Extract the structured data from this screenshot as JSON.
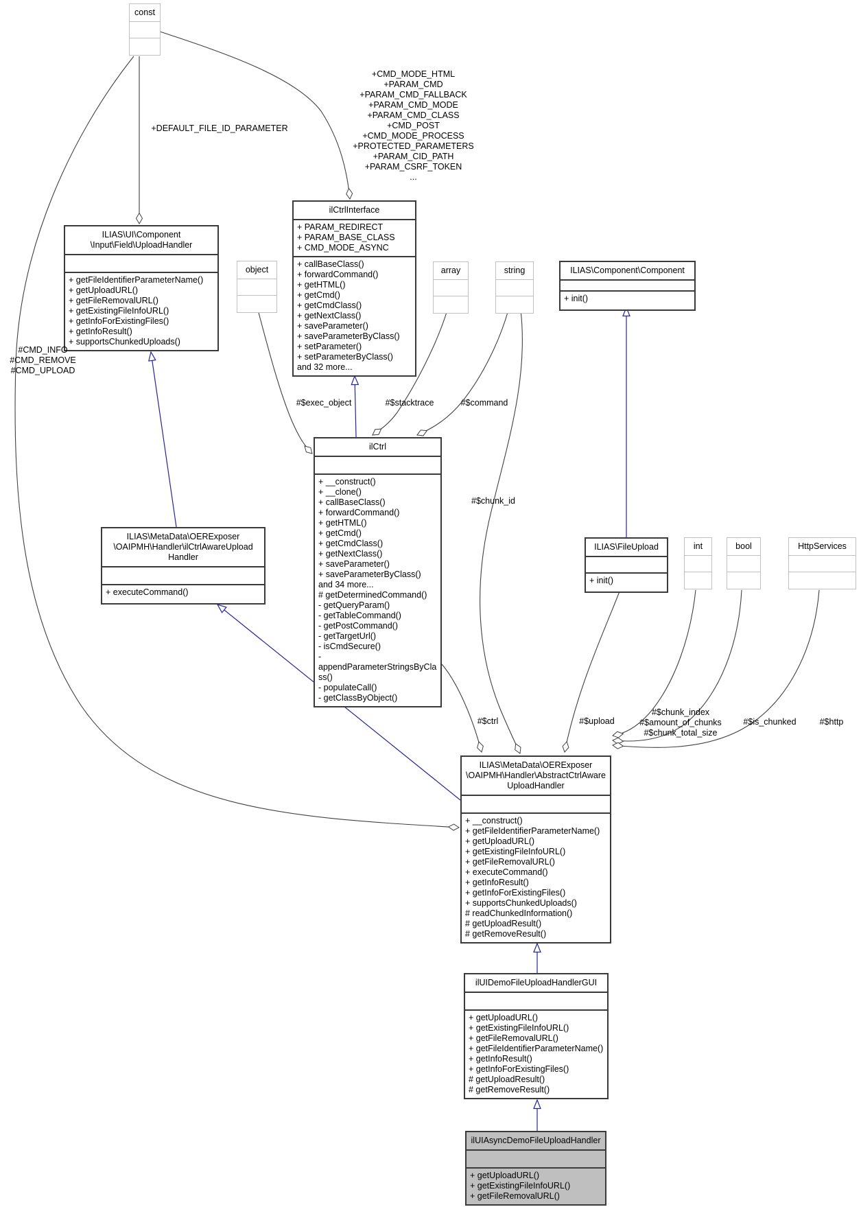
{
  "diagram": {
    "type": "uml-collaboration-diagram",
    "colors": {
      "background": "#ffffff",
      "edge": "#404040",
      "inheritance_edge": "#24249c",
      "node_border_dark": "#3a3a3a",
      "node_border_light": "#c0c0c0",
      "node_fill": "#ffffff",
      "highlight_node_fill": "#bfbfbf",
      "text": "#000000"
    }
  },
  "nodes": {
    "const": {
      "title": [
        "const"
      ],
      "attrs": [],
      "methods": []
    },
    "object": {
      "title": [
        "object"
      ],
      "attrs": [],
      "methods": []
    },
    "array": {
      "title": [
        "array"
      ],
      "attrs": [],
      "methods": []
    },
    "string": {
      "title": [
        "string"
      ],
      "attrs": [],
      "methods": []
    },
    "int": {
      "title": [
        "int"
      ],
      "attrs": [],
      "methods": []
    },
    "bool": {
      "title": [
        "bool"
      ],
      "attrs": [],
      "methods": []
    },
    "httpservices": {
      "title": [
        "HttpServices"
      ],
      "attrs": [],
      "methods": []
    },
    "component": {
      "title": [
        "ILIAS\\Component\\Component"
      ],
      "attrs": [],
      "methods": [
        "+ init()"
      ]
    },
    "fileupload": {
      "title": [
        "ILIAS\\FileUpload"
      ],
      "attrs": [],
      "methods": [
        "+ init()"
      ]
    },
    "ilctrlinterface": {
      "title": [
        "ilCtrlInterface"
      ],
      "attrs": [
        "+ PARAM_REDIRECT",
        "+ PARAM_BASE_CLASS",
        "+ CMD_MODE_ASYNC"
      ],
      "methods": [
        "+ callBaseClass()",
        "+ forwardCommand()",
        "+ getHTML()",
        "+ getCmd()",
        "+ getCmdClass()",
        "+ getNextClass()",
        "+ saveParameter()",
        "+ saveParameterByClass()",
        "+ setParameter()",
        "+ setParameterByClass()",
        "and 32 more..."
      ]
    },
    "uploadhandler": {
      "title": [
        "ILIAS\\UI\\Component",
        "\\Input\\Field\\UploadHandler"
      ],
      "attrs": [],
      "methods": [
        "+ getFileIdentifierParameterName()",
        "+ getUploadURL()",
        "+ getFileRemovalURL()",
        "+ getExistingFileInfoURL()",
        "+ getInfoForExistingFiles()",
        "+ getInfoResult()",
        "+ supportsChunkedUploads()"
      ]
    },
    "ilctrl": {
      "title": [
        "ilCtrl"
      ],
      "attrs": [],
      "methods": [
        "+ __construct()",
        "+ __clone()",
        "+ callBaseClass()",
        "+ forwardCommand()",
        "+ getHTML()",
        "+ getCmd()",
        "+ getCmdClass()",
        "+ getNextClass()",
        "+ saveParameter()",
        "+ saveParameterByClass()",
        "and 34 more...",
        "# getDeterminedCommand()",
        "- getQueryParam()",
        "- getTableCommand()",
        "- getPostCommand()",
        "- getTargetUrl()",
        "- isCmdSecure()",
        "- appendParameterStringsByClass()",
        "- populateCall()",
        "- getClassByObject()"
      ]
    },
    "lefthandler": {
      "title": [
        "ILIAS\\MetaData\\OERExposer",
        "\\OAIPMH\\Handler\\ilCtrlAwareUpload",
        "Handler"
      ],
      "attrs": [],
      "methods": [
        "+ executeCommand()"
      ]
    },
    "abstract": {
      "title": [
        "ILIAS\\MetaData\\OERExposer",
        "\\OAIPMH\\Handler\\AbstractCtrlAware",
        "UploadHandler"
      ],
      "attrs": [],
      "methods": [
        "+ __construct()",
        "+ getFileIdentifierParameterName()",
        "+ getUploadURL()",
        "+ getExistingFileInfoURL()",
        "+ getFileRemovalURL()",
        "+ executeCommand()",
        "+ getInfoResult()",
        "+ getInfoForExistingFiles()",
        "+ supportsChunkedUploads()",
        "# readChunkedInformation()",
        "# getUploadResult()",
        "# getRemoveResult()"
      ]
    },
    "gui": {
      "title": [
        "ilUIDemoFileUploadHandlerGUI"
      ],
      "attrs": [],
      "methods": [
        "+ getUploadURL()",
        "+ getExistingFileInfoURL()",
        "+ getFileRemovalURL()",
        "+ getFileIdentifierParameterName()",
        "+ getInfoResult()",
        "+ getInfoForExistingFiles()",
        "# getUploadResult()",
        "# getRemoveResult()"
      ]
    },
    "async": {
      "title": [
        "ilUIAsyncDemoFileUploadHandler"
      ],
      "attrs": [],
      "methods": [
        "+ getUploadURL()",
        "+ getExistingFileInfoURL()",
        "+ getFileRemovalURL()"
      ]
    }
  },
  "edges": [
    {
      "from": "const",
      "to": "uploadhandler",
      "type": "aggregation",
      "label_lines": [
        "+DEFAULT_FILE_ID_PARAMETER"
      ]
    },
    {
      "from": "const",
      "to": "ilctrlinterface",
      "type": "aggregation",
      "label_lines": [
        "+CMD_MODE_HTML",
        "+PARAM_CMD",
        "+PARAM_CMD_FALLBACK",
        "+PARAM_CMD_MODE",
        "+PARAM_CMD_CLASS",
        "+CMD_POST",
        "+CMD_MODE_PROCESS",
        "+PROTECTED_PARAMETERS",
        "+PARAM_CID_PATH",
        "+PARAM_CSRF_TOKEN",
        "..."
      ]
    },
    {
      "from": "const",
      "to": "abstract",
      "type": "aggregation",
      "label_lines": [
        "#CMD_INFO",
        "#CMD_REMOVE",
        "#CMD_UPLOAD"
      ]
    },
    {
      "from": "object",
      "to": "ilctrl",
      "type": "aggregation",
      "label_lines": [
        "#$exec_object"
      ]
    },
    {
      "from": "array",
      "to": "ilctrl",
      "type": "aggregation",
      "label_lines": [
        "#$stacktrace"
      ]
    },
    {
      "from": "string",
      "to": "ilctrl",
      "type": "aggregation",
      "label_lines": [
        "#$command"
      ]
    },
    {
      "from": "string",
      "to": "abstract",
      "type": "aggregation",
      "label_lines": [
        "#$chunk_id"
      ]
    },
    {
      "from": "ilctrl",
      "to": "abstract",
      "type": "aggregation",
      "label_lines": [
        "#$ctrl"
      ]
    },
    {
      "from": "fileupload",
      "to": "abstract",
      "type": "aggregation",
      "label_lines": [
        "#$upload"
      ]
    },
    {
      "from": "int",
      "to": "abstract",
      "type": "aggregation",
      "label_lines": [
        "#$chunk_index",
        "#$amount_of_chunks",
        "#$chunk_total_size"
      ]
    },
    {
      "from": "bool",
      "to": "abstract",
      "type": "aggregation",
      "label_lines": [
        "#$is_chunked"
      ]
    },
    {
      "from": "httpservices",
      "to": "abstract",
      "type": "aggregation",
      "label_lines": [
        "#$http"
      ]
    },
    {
      "from": "ilctrl",
      "to": "ilctrlinterface",
      "type": "realization",
      "label_lines": []
    },
    {
      "from": "lefthandler",
      "to": "uploadhandler",
      "type": "realization",
      "label_lines": []
    },
    {
      "from": "abstract",
      "to": "lefthandler",
      "type": "realization",
      "label_lines": []
    },
    {
      "from": "fileupload",
      "to": "component",
      "type": "realization",
      "label_lines": []
    },
    {
      "from": "gui",
      "to": "abstract",
      "type": "inheritance",
      "label_lines": []
    },
    {
      "from": "async",
      "to": "gui",
      "type": "inheritance",
      "label_lines": []
    }
  ]
}
